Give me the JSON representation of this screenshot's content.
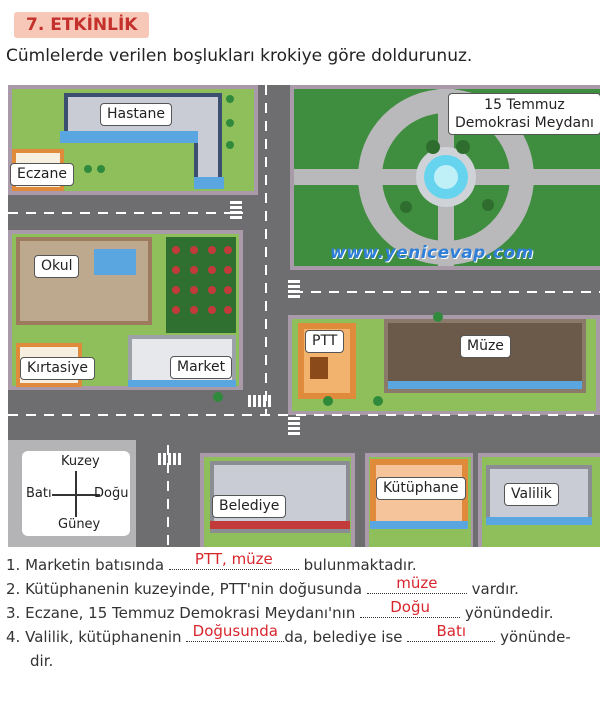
{
  "header": {
    "activity_title": "7. ETKİNLİK",
    "instruction": "Cümlelerde verilen boşlukları krokiye göre doldurunuz."
  },
  "map": {
    "buildings": {
      "hastane": "Hastane",
      "eczane": "Eczane",
      "meydan_line1": "15 Temmuz",
      "meydan_line2": "Demokrasi Meydanı",
      "okul": "Okul",
      "kirtasiye": "Kırtasiye",
      "market": "Market",
      "ptt": "PTT",
      "muze": "Müze",
      "belediye": "Belediye",
      "kutuphane": "Kütüphane",
      "valilik": "Valilik"
    },
    "watermark": "www.yenicevap.com",
    "compass": {
      "north": "Kuzey",
      "west": "Batı",
      "east": "Doğu",
      "south": "Güney"
    },
    "colors": {
      "road": "#6e6e70",
      "grass": "#3f8d3f",
      "answer": "#d8262d",
      "badge": "#f7c8b8"
    }
  },
  "questions": [
    {
      "num": "1.",
      "before": "Marketin batısında",
      "answer": "PTT, müze",
      "after": "bulunmaktadır."
    },
    {
      "num": "2.",
      "before": "Kütüphanenin kuzeyinde, PTT'nin doğusunda",
      "answer": "müze",
      "after": "vardır."
    },
    {
      "num": "3.",
      "before": "Eczane, 15 Temmuz Demokrasi Meydanı'nın",
      "answer": "Doğu",
      "after": "yönündedir."
    },
    {
      "num": "4.",
      "before": "Valilik, kütüphanenin",
      "answer": "Doğusunda",
      "mid": "da, belediye ise",
      "answer2": "Batı",
      "after": "yönünde-",
      "cont": "dir."
    }
  ]
}
